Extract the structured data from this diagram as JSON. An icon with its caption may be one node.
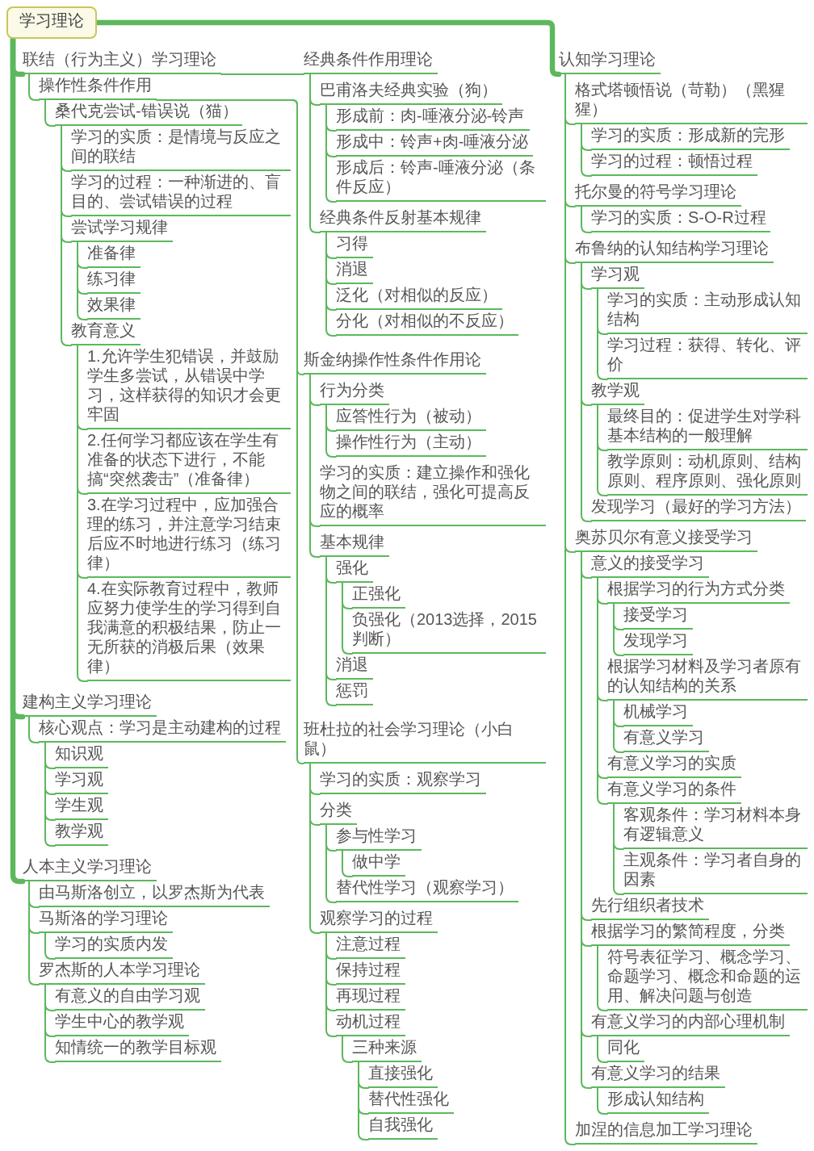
{
  "diagram": {
    "nodes": [
      {
        "text": [
          "学习理论"
        ]
      },
      {
        "text": [
          "联结（行为主义）学习理论"
        ]
      },
      {
        "text": [
          "经典条件作用理论"
        ]
      },
      {
        "text": [
          "巴甫洛夫经典实验（狗）"
        ]
      },
      {
        "text": [
          "形成前：肉-唾液分泌-铃声"
        ]
      },
      {
        "text": [
          "形成中：铃声+肉-唾液分泌"
        ]
      },
      {
        "text": [
          "形成后：铃声-唾液分泌（条件反应）"
        ]
      },
      {
        "text": [
          "经典条件反射基本规律"
        ]
      },
      {
        "text": [
          "习得"
        ]
      },
      {
        "text": [
          "消退"
        ]
      },
      {
        "text": [
          "泛化（对相似的反应）"
        ]
      },
      {
        "text": [
          "分化（对相似的不反应）"
        ]
      },
      {
        "text": [
          "操作性条件作用"
        ]
      },
      {
        "text": [
          "桑代克尝试-错误说（猫）"
        ]
      },
      {
        "text": [
          "学习的实质：是情境与反应之间的联结"
        ]
      },
      {
        "text": [
          "学习的过程：一种渐进的、盲目的、尝试错误的过程"
        ]
      },
      {
        "text": [
          "尝试学习规律"
        ]
      },
      {
        "text": [
          "准备律"
        ]
      },
      {
        "text": [
          "练习律"
        ]
      },
      {
        "text": [
          "效果律"
        ]
      },
      {
        "text": [
          "教育意义"
        ]
      },
      {
        "text": [
          "1.允许学生犯错误，并鼓励学生多尝试，从错误中学习，这样获得的知识才会更牢固"
        ]
      },
      {
        "text": [
          "2.任何学习都应该在学生有准备的状态下进行，不能搞“突然袭击”（准备律）"
        ]
      },
      {
        "text": [
          "3.在学习过程中，应加强合理的练习，并注意学习结束后应不时地进行练习（练习律）"
        ]
      },
      {
        "text": [
          "4.在实际教育过程中，教师应努力使学生的学习得到自我满意的积极结果，防止一无所获的消极后果（效果律）"
        ]
      },
      {
        "text": [
          "斯金纳操作性条件作用论"
        ]
      },
      {
        "text": [
          "行为分类"
        ]
      },
      {
        "text": [
          "应答性行为（被动）"
        ]
      },
      {
        "text": [
          "操作性行为（主动）"
        ]
      },
      {
        "text": [
          "学习的实质：建立操作和强化物之间的联结，强化可提高反应的概率"
        ]
      },
      {
        "text": [
          "基本规律"
        ]
      },
      {
        "text": [
          "强化"
        ]
      },
      {
        "text": [
          "正强化"
        ]
      },
      {
        "text": [
          "负强化（2013选择，2015判断）"
        ]
      },
      {
        "text": [
          "消退"
        ]
      },
      {
        "text": [
          "惩罚"
        ]
      },
      {
        "text": [
          "班杜拉的社会学习理论（小白鼠）"
        ]
      },
      {
        "text": [
          "学习的实质：观察学习"
        ]
      },
      {
        "text": [
          "分类"
        ]
      },
      {
        "text": [
          "参与性学习"
        ]
      },
      {
        "text": [
          "做中学"
        ]
      },
      {
        "text": [
          "替代性学习（观察学习）"
        ]
      },
      {
        "text": [
          "观察学习的过程"
        ]
      },
      {
        "text": [
          "注意过程"
        ]
      },
      {
        "text": [
          "保持过程"
        ]
      },
      {
        "text": [
          "再现过程"
        ]
      },
      {
        "text": [
          "动机过程"
        ]
      },
      {
        "text": [
          "三种来源"
        ]
      },
      {
        "text": [
          "直接强化"
        ]
      },
      {
        "text": [
          "替代性强化"
        ]
      },
      {
        "text": [
          "自我强化"
        ]
      },
      {
        "text": [
          "认知学习理论"
        ]
      },
      {
        "text": [
          "格式塔顿悟说（苛勒）（黑猩猩）"
        ]
      },
      {
        "text": [
          "学习的实质：形成新的完形"
        ]
      },
      {
        "text": [
          "学习的过程：顿悟过程"
        ]
      },
      {
        "text": [
          "托尔曼的符号学习理论"
        ]
      },
      {
        "text": [
          "学习的实质：S-O-R过程"
        ]
      },
      {
        "text": [
          "布鲁纳的认知结构学习理论"
        ]
      },
      {
        "text": [
          "学习观"
        ]
      },
      {
        "text": [
          "学习的实质：主动形成认知结构"
        ]
      },
      {
        "text": [
          "学习过程：获得、转化、评价"
        ]
      },
      {
        "text": [
          "教学观"
        ]
      },
      {
        "text": [
          "最终目的：促进学生对学科基本结构的一般理解"
        ]
      },
      {
        "text": [
          "教学原则：动机原则、结构原则、程序原则、强化原则"
        ]
      },
      {
        "text": [
          "发现学习（最好的学习方法）"
        ]
      },
      {
        "text": [
          "奥苏贝尔有意义接受学习"
        ]
      },
      {
        "text": [
          "意义的接受学习"
        ]
      },
      {
        "text": [
          "根据学习的行为方式分类"
        ]
      },
      {
        "text": [
          "接受学习"
        ]
      },
      {
        "text": [
          "发现学习"
        ]
      },
      {
        "text": [
          "根据学习材料及学习者原有的认知结构的关系"
        ]
      },
      {
        "text": [
          "机械学习"
        ]
      },
      {
        "text": [
          "有意义学习"
        ]
      },
      {
        "text": [
          "有意义学习的实质"
        ]
      },
      {
        "text": [
          "有意义学习的条件"
        ]
      },
      {
        "text": [
          "客观条件：学习材料本身有逻辑意义"
        ]
      },
      {
        "text": [
          "主观条件：学习者自身的因素"
        ]
      },
      {
        "text": [
          "先行组织者技术"
        ]
      },
      {
        "text": [
          "根据学习的繁简程度，分类"
        ]
      },
      {
        "text": [
          "符号表征学习、概念学习、命题学习、概念和命题的运用、解决问题与创造"
        ]
      },
      {
        "text": [
          "有意义学习的内部心理机制"
        ]
      },
      {
        "text": [
          "同化"
        ]
      },
      {
        "text": [
          "有意义学习的结果"
        ]
      },
      {
        "text": [
          "形成认知结构"
        ]
      },
      {
        "text": [
          "加涅的信息加工学习理论"
        ]
      },
      {
        "text": [
          "建构主义学习理论"
        ]
      },
      {
        "text": [
          "核心观点：学习是主动建构的过程"
        ]
      },
      {
        "text": [
          "知识观"
        ]
      },
      {
        "text": [
          "学习观"
        ]
      },
      {
        "text": [
          "学生观"
        ]
      },
      {
        "text": [
          "教学观"
        ]
      },
      {
        "text": [
          "人本主义学习理论"
        ]
      },
      {
        "text": [
          "由马斯洛创立，以罗杰斯为代表"
        ]
      },
      {
        "text": [
          "马斯洛的学习理论"
        ]
      },
      {
        "text": [
          "学习的实质内发"
        ]
      },
      {
        "text": [
          "罗杰斯的人本学习理论"
        ]
      },
      {
        "text": [
          "有意义的自由学习观"
        ]
      },
      {
        "text": [
          "学生中心的教学观"
        ]
      },
      {
        "text": [
          "知情统一的教学目标观"
        ]
      }
    ],
    "edges": [
      {
        "from": 0,
        "to": 1,
        "arrow": "none",
        "style": "thick"
      },
      {
        "from": 1,
        "to": 2,
        "arrow": "none"
      },
      {
        "from": 2,
        "to": 3,
        "arrow": "none"
      },
      {
        "from": 3,
        "to": 4,
        "arrow": "none"
      },
      {
        "from": 3,
        "to": 5,
        "arrow": "none"
      },
      {
        "from": 3,
        "to": 6,
        "arrow": "none"
      },
      {
        "from": 2,
        "to": 7,
        "arrow": "none"
      },
      {
        "from": 7,
        "to": 8,
        "arrow": "none"
      },
      {
        "from": 7,
        "to": 9,
        "arrow": "none"
      },
      {
        "from": 7,
        "to": 10,
        "arrow": "none"
      },
      {
        "from": 7,
        "to": 11,
        "arrow": "none"
      },
      {
        "from": 1,
        "to": 12,
        "arrow": "none"
      },
      {
        "from": 12,
        "to": 13,
        "arrow": "none"
      },
      {
        "from": 13,
        "to": 14,
        "arrow": "none"
      },
      {
        "from": 13,
        "to": 15,
        "arrow": "none"
      },
      {
        "from": 13,
        "to": 16,
        "arrow": "none"
      },
      {
        "from": 16,
        "to": 17,
        "arrow": "none"
      },
      {
        "from": 16,
        "to": 18,
        "arrow": "none"
      },
      {
        "from": 16,
        "to": 19,
        "arrow": "none"
      },
      {
        "from": 13,
        "to": 20,
        "arrow": "none"
      },
      {
        "from": 20,
        "to": 21,
        "arrow": "none"
      },
      {
        "from": 20,
        "to": 22,
        "arrow": "none"
      },
      {
        "from": 20,
        "to": 23,
        "arrow": "none"
      },
      {
        "from": 20,
        "to": 24,
        "arrow": "none"
      },
      {
        "from": 12,
        "to": 25,
        "arrow": "none"
      },
      {
        "from": 25,
        "to": 26,
        "arrow": "none"
      },
      {
        "from": 26,
        "to": 27,
        "arrow": "none"
      },
      {
        "from": 26,
        "to": 28,
        "arrow": "none"
      },
      {
        "from": 25,
        "to": 29,
        "arrow": "none"
      },
      {
        "from": 25,
        "to": 30,
        "arrow": "none"
      },
      {
        "from": 30,
        "to": 31,
        "arrow": "none"
      },
      {
        "from": 31,
        "to": 32,
        "arrow": "none"
      },
      {
        "from": 31,
        "to": 33,
        "arrow": "none"
      },
      {
        "from": 30,
        "to": 34,
        "arrow": "none"
      },
      {
        "from": 30,
        "to": 35,
        "arrow": "none"
      },
      {
        "from": 12,
        "to": 36,
        "arrow": "none"
      },
      {
        "from": 36,
        "to": 37,
        "arrow": "none"
      },
      {
        "from": 36,
        "to": 38,
        "arrow": "none"
      },
      {
        "from": 38,
        "to": 39,
        "arrow": "none"
      },
      {
        "from": 39,
        "to": 40,
        "arrow": "none"
      },
      {
        "from": 38,
        "to": 41,
        "arrow": "none"
      },
      {
        "from": 36,
        "to": 42,
        "arrow": "none"
      },
      {
        "from": 42,
        "to": 43,
        "arrow": "none"
      },
      {
        "from": 42,
        "to": 44,
        "arrow": "none"
      },
      {
        "from": 42,
        "to": 45,
        "arrow": "none"
      },
      {
        "from": 42,
        "to": 46,
        "arrow": "none"
      },
      {
        "from": 46,
        "to": 47,
        "arrow": "none"
      },
      {
        "from": 47,
        "to": 48,
        "arrow": "none"
      },
      {
        "from": 47,
        "to": 49,
        "arrow": "none"
      },
      {
        "from": 47,
        "to": 50,
        "arrow": "none"
      },
      {
        "from": 0,
        "to": 51,
        "arrow": "none",
        "style": "thick"
      },
      {
        "from": 51,
        "to": 52,
        "arrow": "none"
      },
      {
        "from": 52,
        "to": 53,
        "arrow": "none"
      },
      {
        "from": 52,
        "to": 54,
        "arrow": "none"
      },
      {
        "from": 51,
        "to": 55,
        "arrow": "none"
      },
      {
        "from": 55,
        "to": 56,
        "arrow": "none"
      },
      {
        "from": 51,
        "to": 57,
        "arrow": "none"
      },
      {
        "from": 57,
        "to": 58,
        "arrow": "none"
      },
      {
        "from": 58,
        "to": 59,
        "arrow": "none"
      },
      {
        "from": 58,
        "to": 60,
        "arrow": "none"
      },
      {
        "from": 57,
        "to": 61,
        "arrow": "none"
      },
      {
        "from": 61,
        "to": 62,
        "arrow": "none"
      },
      {
        "from": 61,
        "to": 63,
        "arrow": "none"
      },
      {
        "from": 57,
        "to": 64,
        "arrow": "none"
      },
      {
        "from": 51,
        "to": 65,
        "arrow": "none"
      },
      {
        "from": 65,
        "to": 66,
        "arrow": "none"
      },
      {
        "from": 66,
        "to": 67,
        "arrow": "none"
      },
      {
        "from": 67,
        "to": 68,
        "arrow": "none"
      },
      {
        "from": 67,
        "to": 69,
        "arrow": "none"
      },
      {
        "from": 66,
        "to": 70,
        "arrow": "none"
      },
      {
        "from": 70,
        "to": 71,
        "arrow": "none"
      },
      {
        "from": 70,
        "to": 72,
        "arrow": "none"
      },
      {
        "from": 66,
        "to": 73,
        "arrow": "none"
      },
      {
        "from": 66,
        "to": 74,
        "arrow": "none"
      },
      {
        "from": 74,
        "to": 75,
        "arrow": "none"
      },
      {
        "from": 74,
        "to": 76,
        "arrow": "none"
      },
      {
        "from": 65,
        "to": 77,
        "arrow": "none"
      },
      {
        "from": 65,
        "to": 78,
        "arrow": "none"
      },
      {
        "from": 78,
        "to": 79,
        "arrow": "none"
      },
      {
        "from": 65,
        "to": 80,
        "arrow": "none"
      },
      {
        "from": 80,
        "to": 81,
        "arrow": "none"
      },
      {
        "from": 65,
        "to": 82,
        "arrow": "none"
      },
      {
        "from": 82,
        "to": 83,
        "arrow": "none"
      },
      {
        "from": 51,
        "to": 84,
        "arrow": "none"
      },
      {
        "from": 0,
        "to": 85,
        "arrow": "none",
        "style": "thick"
      },
      {
        "from": 85,
        "to": 86,
        "arrow": "none"
      },
      {
        "from": 86,
        "to": 87,
        "arrow": "none"
      },
      {
        "from": 86,
        "to": 88,
        "arrow": "none"
      },
      {
        "from": 86,
        "to": 89,
        "arrow": "none"
      },
      {
        "from": 86,
        "to": 90,
        "arrow": "none"
      },
      {
        "from": 0,
        "to": 91,
        "arrow": "none",
        "style": "thick"
      },
      {
        "from": 91,
        "to": 92,
        "arrow": "none"
      },
      {
        "from": 91,
        "to": 93,
        "arrow": "none"
      },
      {
        "from": 93,
        "to": 94,
        "arrow": "none"
      },
      {
        "from": 91,
        "to": 95,
        "arrow": "none"
      },
      {
        "from": 95,
        "to": 96,
        "arrow": "none"
      },
      {
        "from": 95,
        "to": 97,
        "arrow": "none"
      },
      {
        "from": 95,
        "to": 98,
        "arrow": "none"
      }
    ]
  }
}
